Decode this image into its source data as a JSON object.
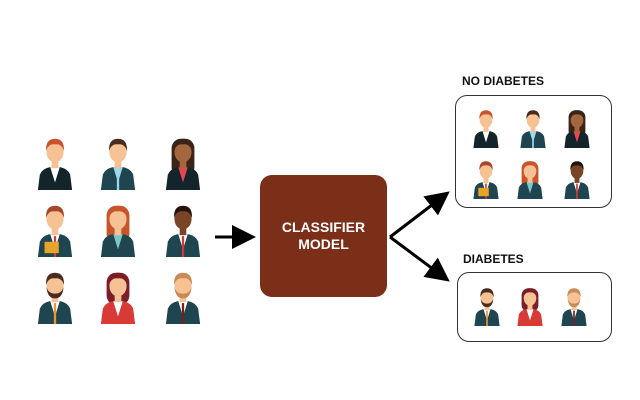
{
  "model": {
    "line1": "CLASSIFIER",
    "line2": "MODEL"
  },
  "groups": {
    "no_diabetes": "NO DIABETES",
    "diabetes": "DIABETES"
  },
  "colors": {
    "model_box": "#7b2e18",
    "suit": "#1e4550"
  },
  "people": [
    {
      "hair": "#c8542c",
      "skin": "#f6c294",
      "shirt": "#ffffff",
      "tie": "none",
      "suit": "#13252b",
      "long": false,
      "beard": false,
      "extra": ""
    },
    {
      "hair": "#4a2c1e",
      "skin": "#f6c294",
      "shirt": "#9fd6ea",
      "tie": "#9fd6ea",
      "suit": "#1e4550",
      "long": false,
      "beard": false,
      "extra": ""
    },
    {
      "hair": "#3a2418",
      "skin": "#a4663c",
      "shirt": "#e5484a",
      "tie": "none",
      "suit": "#13252b",
      "long": true,
      "beard": false,
      "extra": ""
    },
    {
      "hair": "#a8452a",
      "skin": "#f6c294",
      "shirt": "#ffffff",
      "tie": "#d23a3a",
      "suit": "#1e4550",
      "long": false,
      "beard": false,
      "extra": "folder"
    },
    {
      "hair": "#c8542c",
      "skin": "#f6c294",
      "shirt": "#7fc6c6",
      "tie": "none",
      "suit": "#1e4550",
      "long": true,
      "beard": false,
      "extra": ""
    },
    {
      "hair": "#24140c",
      "skin": "#7a4526",
      "shirt": "#ffffff",
      "tie": "#d23a3a",
      "suit": "#1e4550",
      "long": false,
      "beard": false,
      "extra": ""
    },
    {
      "hair": "#4a2c1e",
      "skin": "#f6c294",
      "shirt": "#ffffff",
      "tie": "#e8982a",
      "suit": "#1e4550",
      "long": false,
      "beard": true,
      "extra": ""
    },
    {
      "hair": "#7a1f2a",
      "skin": "#f6c294",
      "shirt": "#ffffff",
      "tie": "none",
      "suit": "#d83a36",
      "long": true,
      "beard": false,
      "extra": ""
    },
    {
      "hair": "#c88a58",
      "skin": "#f6c294",
      "shirt": "#ffffff",
      "tie": "#7a1f1f",
      "suit": "#1e4550",
      "long": false,
      "beard": true,
      "extra": ""
    }
  ],
  "no_diabetes_people": [
    0,
    1,
    2,
    3,
    4,
    5
  ],
  "diabetes_people": [
    6,
    7,
    8
  ]
}
